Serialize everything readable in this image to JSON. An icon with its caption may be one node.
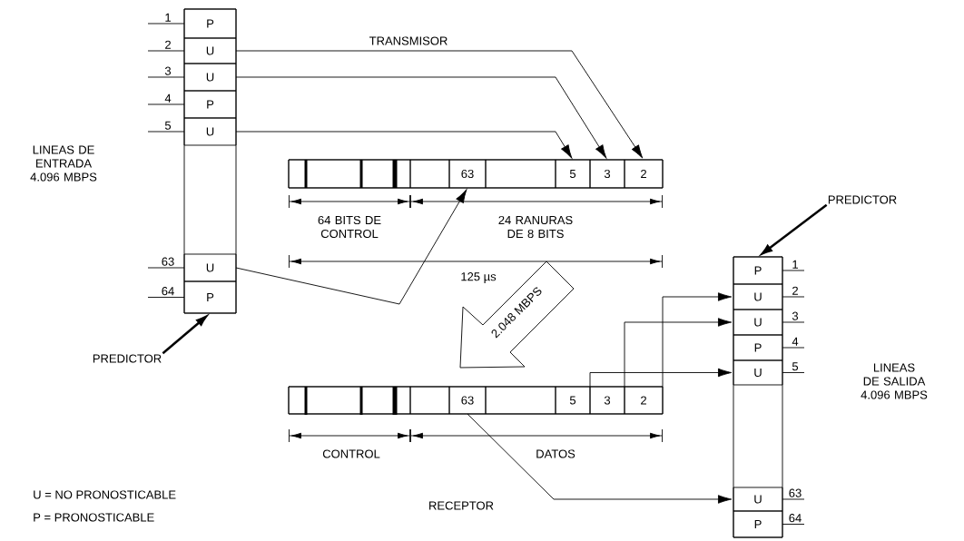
{
  "diagram": {
    "nodes": [
      {
        "text": [],
        "shape": "box"
      },
      {
        "text": [
          "P"
        ],
        "in": 0,
        "beside": [
          "1"
        ]
      },
      {
        "text": [
          "U"
        ],
        "in": 0,
        "beside": [
          "2"
        ]
      },
      {
        "text": [
          "U"
        ],
        "in": 0,
        "beside": [
          "3"
        ]
      },
      {
        "text": [
          "P"
        ],
        "in": 0,
        "beside": [
          "4"
        ]
      },
      {
        "text": [
          "U"
        ],
        "in": 0,
        "beside": [
          "5"
        ]
      },
      {
        "text": [
          "U"
        ],
        "in": 0,
        "beside": [
          "63"
        ]
      },
      {
        "text": [
          "P"
        ],
        "in": 0,
        "beside": [
          "64"
        ]
      },
      {
        "text": [],
        "shape": "box"
      },
      {
        "text": [],
        "shape": "box",
        "in": 8
      },
      {
        "text": [],
        "shape": "box",
        "in": 8
      },
      {
        "text": [],
        "shape": "box",
        "in": 8
      },
      {
        "text": [],
        "shape": "box",
        "in": 8
      },
      {
        "text": [],
        "shape": "box",
        "in": 8
      },
      {
        "text": [
          "63"
        ],
        "in": 8
      },
      {
        "text": [],
        "shape": "box",
        "in": 8
      },
      {
        "text": [
          "5"
        ],
        "in": 8
      },
      {
        "text": [
          "3"
        ],
        "in": 8
      },
      {
        "text": [
          "2"
        ],
        "in": 8
      },
      {
        "text": [],
        "shape": "box"
      },
      {
        "text": [],
        "shape": "box",
        "in": 19
      },
      {
        "text": [],
        "shape": "box",
        "in": 19
      },
      {
        "text": [],
        "shape": "box",
        "in": 19
      },
      {
        "text": [],
        "shape": "box",
        "in": 19
      },
      {
        "text": [],
        "shape": "box",
        "in": 19
      },
      {
        "text": [
          "63"
        ],
        "in": 19
      },
      {
        "text": [],
        "shape": "box",
        "in": 19
      },
      {
        "text": [
          "5"
        ],
        "in": 19
      },
      {
        "text": [
          "3"
        ],
        "in": 19
      },
      {
        "text": [
          "2"
        ],
        "in": 19
      },
      {
        "text": [],
        "shape": "box"
      },
      {
        "text": [
          "P"
        ],
        "in": 30,
        "beside": [
          "1"
        ]
      },
      {
        "text": [
          "U"
        ],
        "in": 30,
        "beside": [
          "2"
        ]
      },
      {
        "text": [
          "U"
        ],
        "in": 30,
        "beside": [
          "3"
        ]
      },
      {
        "text": [
          "P"
        ],
        "in": 30,
        "beside": [
          "4"
        ]
      },
      {
        "text": [
          "U"
        ],
        "in": 30,
        "beside": [
          "5"
        ]
      },
      {
        "text": [
          "U"
        ],
        "in": 30,
        "beside": [
          "63"
        ]
      },
      {
        "text": [
          "P"
        ],
        "in": 30,
        "beside": [
          "64"
        ]
      },
      {
        "text": [
          "PREDICTOR"
        ]
      },
      {
        "text": [
          "PREDICTOR"
        ]
      }
    ],
    "edges": [
      {
        "from": 2,
        "to": 18,
        "arrow": "to"
      },
      {
        "from": 3,
        "to": 17,
        "arrow": "to"
      },
      {
        "from": 5,
        "to": 16,
        "arrow": "to"
      },
      {
        "from": 6,
        "to": 14,
        "arrow": "to"
      },
      {
        "from": 25,
        "to": 36,
        "arrow": "to"
      },
      {
        "from": 27,
        "to": 35,
        "arrow": "to"
      },
      {
        "from": 28,
        "to": 33,
        "arrow": "to"
      },
      {
        "from": 29,
        "to": 32,
        "arrow": "to"
      },
      {
        "from": 38,
        "to": 0,
        "arrow": "to",
        "style": "thick"
      },
      {
        "from": 39,
        "to": 30,
        "arrow": "to",
        "style": "thick"
      }
    ],
    "labels": [
      "TRANSMISOR",
      "LINEAS DE ENTRADA 4.096 MBPS",
      "64 BITS DE CONTROL",
      "24 RANURAS DE 8 BITS",
      "125 µs",
      "2.048 MBPS",
      "CONTROL",
      "DATOS",
      "LINEAS DE SALIDA 4.096 MBPS",
      "U = NO PRONOSTICABLE",
      "P = PRONOSTICABLE",
      "RECEPTOR"
    ]
  }
}
